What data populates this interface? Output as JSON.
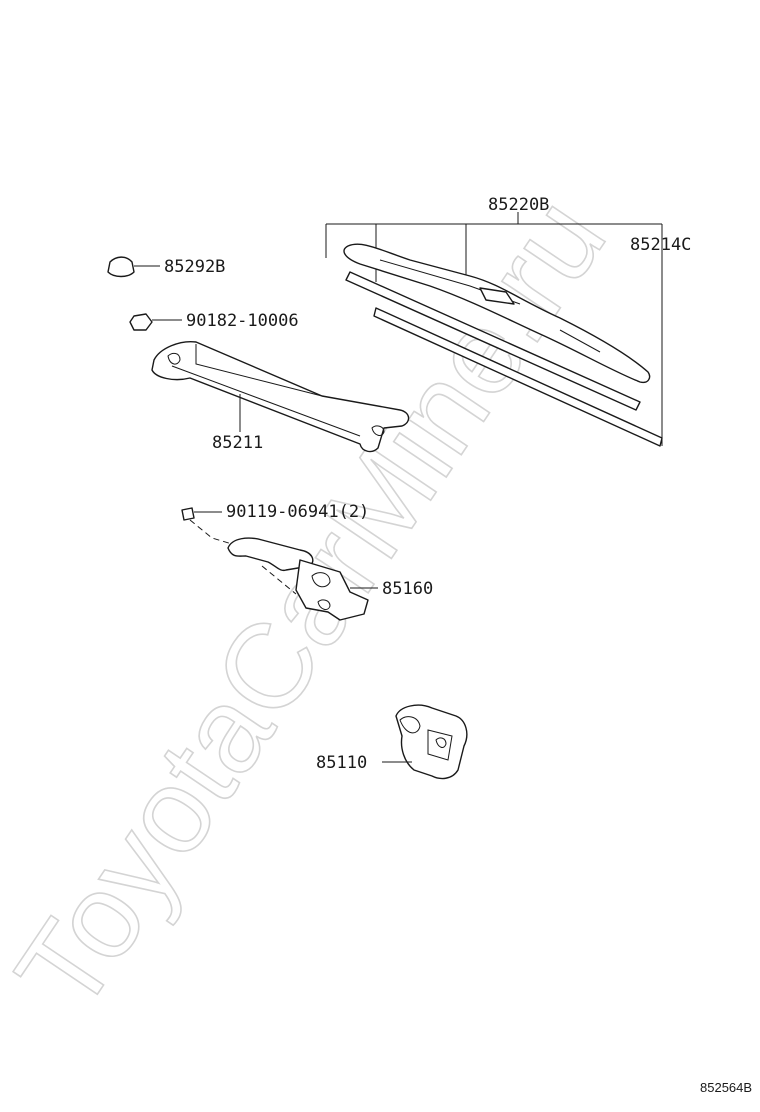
{
  "watermark": "ToyotaCarMine.ru",
  "diagram_ref": "852564B",
  "parts": [
    {
      "number": "85220B"
    },
    {
      "number": "85214C"
    },
    {
      "number": "85292B"
    },
    {
      "number": "90182-10006"
    },
    {
      "number": "85211"
    },
    {
      "number": "90119-06941(2)"
    },
    {
      "number": "85160"
    },
    {
      "number": "85110"
    }
  ]
}
